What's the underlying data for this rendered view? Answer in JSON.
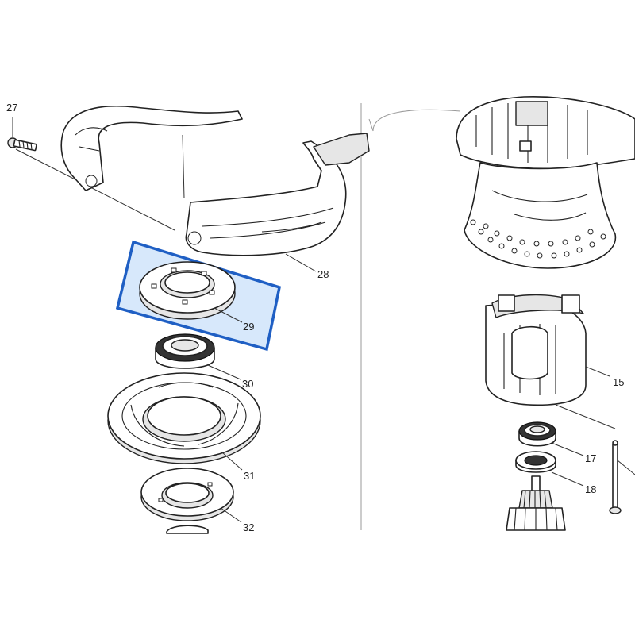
{
  "labels": {
    "p27": "27",
    "p28": "28",
    "p29": "29",
    "p30": "30",
    "p31": "31",
    "p32": "32",
    "p15": "15",
    "p17": "17",
    "p18": "18"
  },
  "colors": {
    "highlight_stroke": "#1f5fc4",
    "highlight_fill": "#d7e8fb"
  }
}
